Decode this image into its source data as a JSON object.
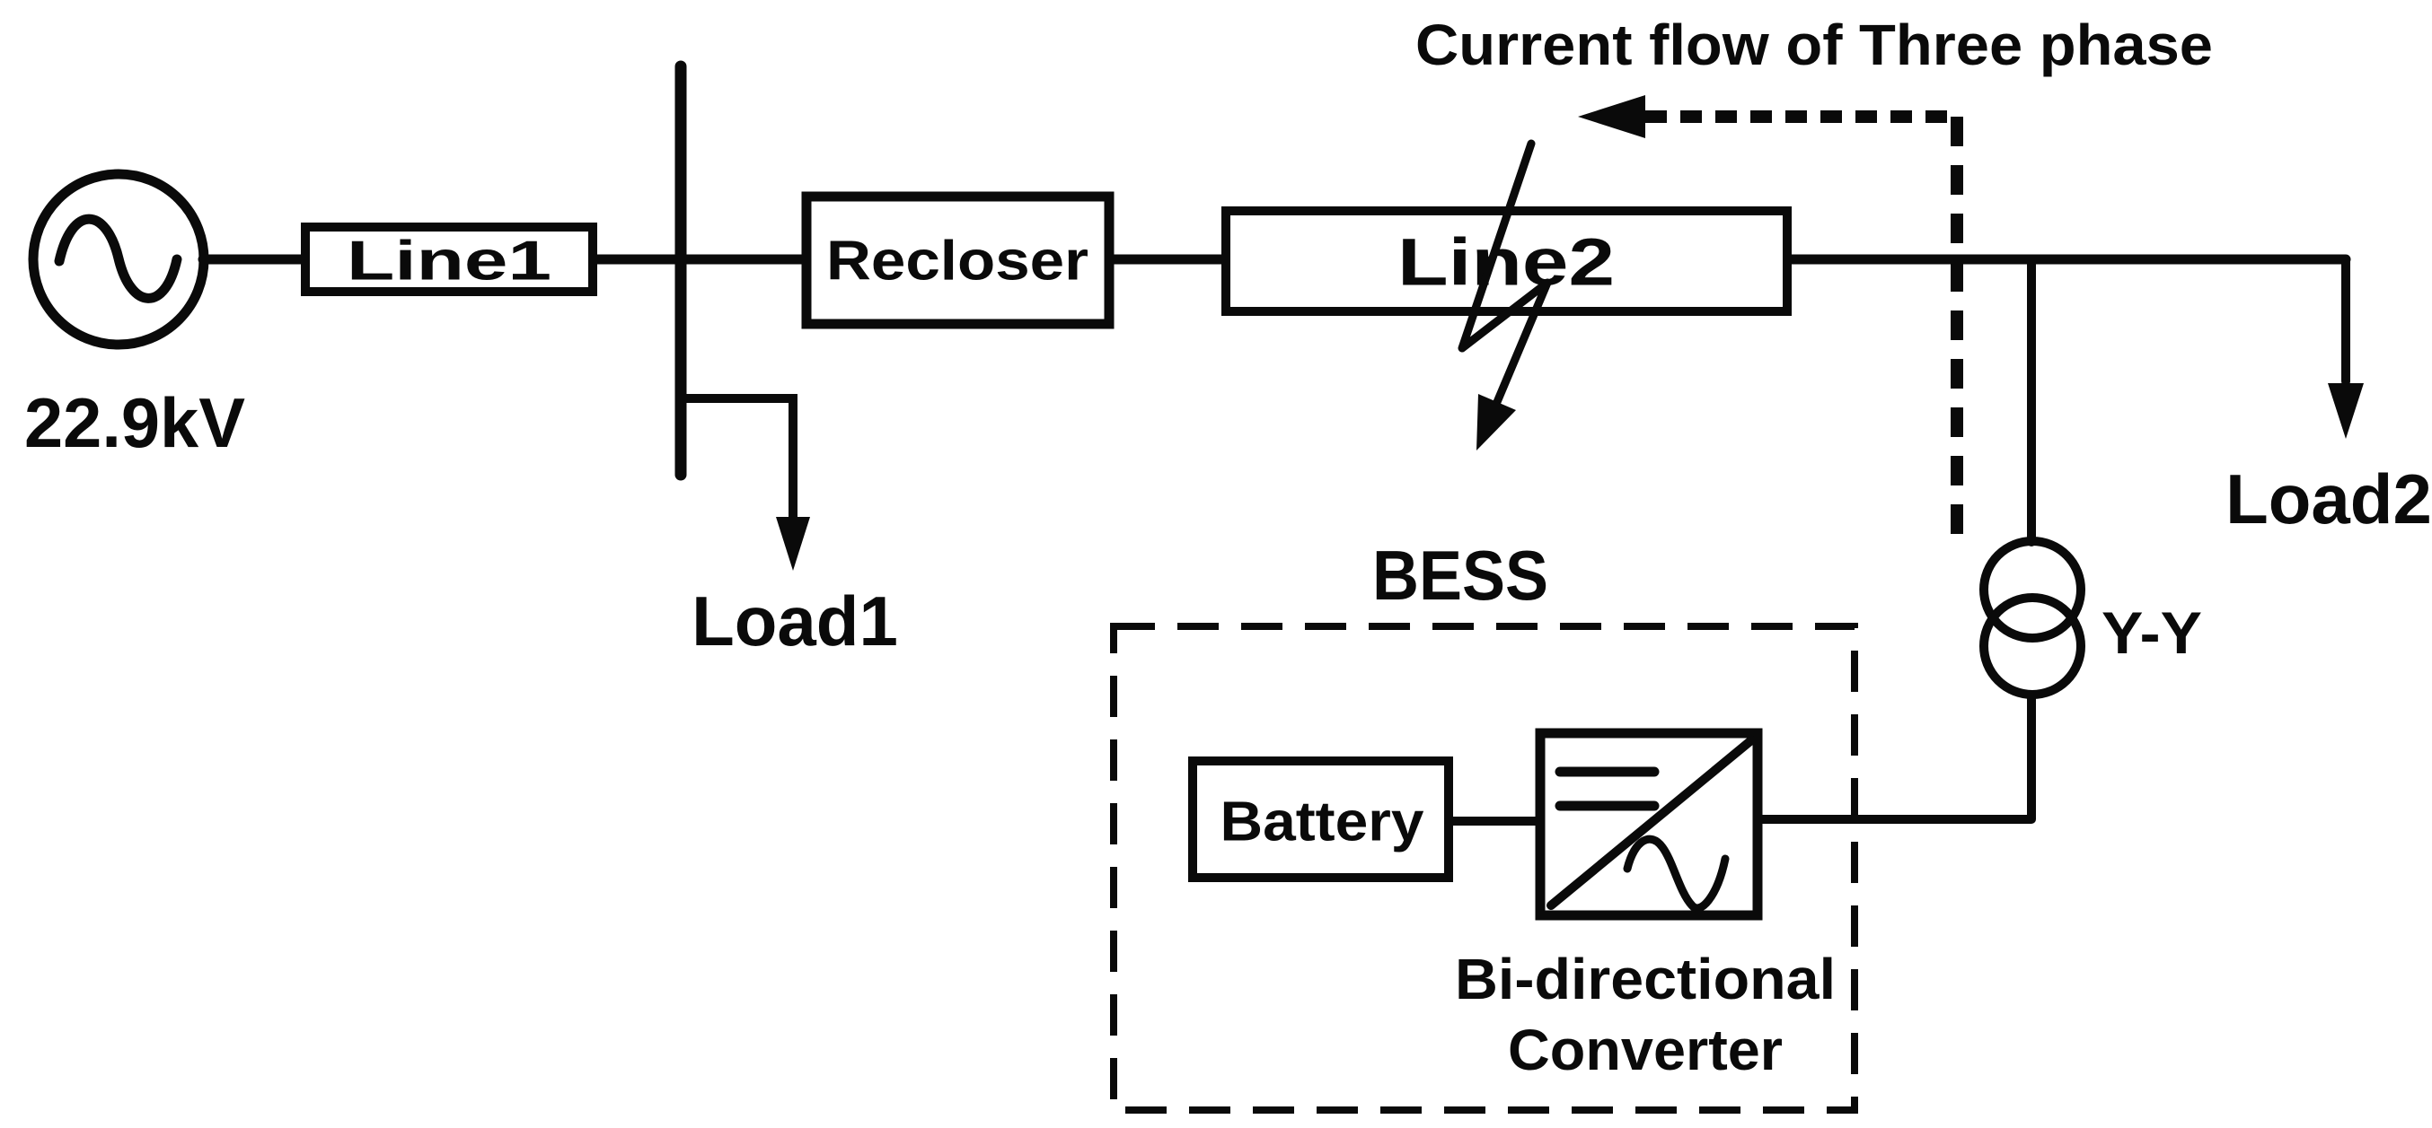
{
  "colors": {
    "ink": "#0a0a0a",
    "background": "#ffffff"
  },
  "source": {
    "voltage": "22.9kV"
  },
  "labels": {
    "line1": "Line1",
    "recloser": "Recloser",
    "line2": "Line2",
    "load1": "Load1",
    "load2": "Load2",
    "bess": "BESS",
    "battery": "Battery",
    "converter_line1": "Bi-directional",
    "converter_line2": "Converter",
    "transformer": "Y-Y"
  },
  "annotations": {
    "current_flow": "Current flow of Three phase"
  }
}
